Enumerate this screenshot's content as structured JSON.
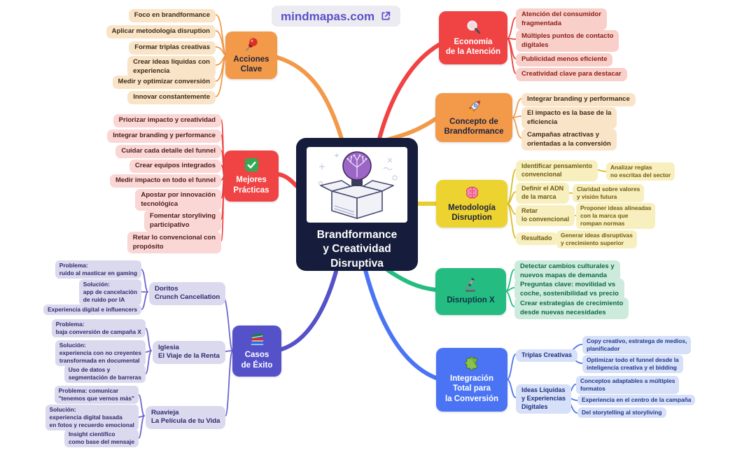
{
  "site": {
    "label": "mindmapas.com"
  },
  "center": {
    "title": "Brandformance\ny Creatividad\nDisruptiva"
  },
  "branches": {
    "acciones": {
      "label": "Acciones\nClave",
      "icon": "pushpin-icon",
      "color": "#F2994A",
      "items": [
        "Foco en brandformance",
        "Aplicar metodología disruption",
        "Formar triplas creativas",
        "Crear ideas líquidas con\nexperiencia",
        "Medir y optimizar conversión",
        "Innovar constantemente"
      ]
    },
    "mejores": {
      "label": "Mejores\nPrácticas",
      "icon": "check-icon",
      "color": "#F04343",
      "items": [
        "Priorizar impacto y creatividad",
        "Integrar branding y performance",
        "Cuidar cada detalle del funnel",
        "Crear equipos integrados",
        "Medir impacto en todo el funnel",
        "Apostar por innovación\ntecnológica",
        "Fomentar storyliving\nparticipativo",
        "Retar lo convencional con\npropósito"
      ]
    },
    "casos": {
      "label": "Casos\nde Éxito",
      "icon": "books-icon",
      "color": "#5551C9",
      "groups": [
        {
          "label": "Doritos\nCrunch Cancellation",
          "items": [
            "Problema:\nruido al masticar en gaming",
            "Solución:\napp de cancelación\nde ruido por IA",
            "Experiencia digital e influencers"
          ]
        },
        {
          "label": "Iglesia\nEl Viaje de la Renta",
          "items": [
            "Problema:\nbaja conversión de campaña X",
            "Solución:\nexperiencia con no creyentes\ntransformada en documental",
            "Uso de datos y\nsegmentación de barreras"
          ]
        },
        {
          "label": "Ruavieja\nLa Película de tu Vida",
          "items": [
            "Problema: comunicar\n\"tenemos que vernos más\"",
            "Solución:\nexperiencia digital basada\nen fotos y recuerdo emocional",
            "Insight científico\ncomo base del mensaje"
          ]
        }
      ]
    },
    "economia": {
      "label": "Economía\nde la Atención",
      "icon": "magnifier-icon",
      "color": "#F04343",
      "items": [
        "Atención del consumidor\nfragmentada",
        "Múltiples puntos de contacto\ndigitales",
        "Publicidad menos eficiente",
        "Creatividad clave para destacar"
      ]
    },
    "concepto": {
      "label": "Concepto de\nBrandformance",
      "icon": "rocket-icon",
      "color": "#F2994A",
      "items": [
        "Integrar branding y performance",
        "El impacto es la base de la\neficiencia",
        "Campañas atractivas y\norientadas a la conversión"
      ]
    },
    "metodologia": {
      "label": "Metodología\nDisruption",
      "icon": "brain-icon",
      "color": "#EDD32F",
      "steps": [
        {
          "label": "Identificar pensamiento\nconvencional",
          "detail": "Analizar reglas\nno escritas del sector"
        },
        {
          "label": "Definir el ADN\nde la marca",
          "detail": "Claridad sobre valores\ny visión futura"
        },
        {
          "label": "Retar\nlo convencional",
          "detail": "Proponer ideas alineadas\ncon la marca que\nrompan normas"
        },
        {
          "label": "Resultado",
          "detail": "Generar ideas disruptivas\ny crecimiento superior"
        }
      ]
    },
    "disruption": {
      "label": "Disruption X",
      "icon": "microscope-icon",
      "color": "#24BC81",
      "items": [
        "Detectar cambios culturales y\nnuevos mapas de demanda",
        "Preguntas clave: movilidad vs\ncoche, sostenibilidad vs precio",
        "Crear estrategias de crecimiento\ndesde nuevas necesidades"
      ]
    },
    "integracion": {
      "label": "Integración\nTotal para\nla Conversión",
      "icon": "puzzle-icon",
      "color": "#4A74F4",
      "groups": [
        {
          "label": "Triplas Creativas",
          "items": [
            "Copy creativo, estratega de medios,\nplanificador",
            "Optimizar todo el funnel desde la\ninteligencia creativa y el bidding"
          ]
        },
        {
          "label": "Ideas Líquidas\ny Experiencias\nDigitales",
          "items": [
            "Conceptos adaptables a múltiples\nformatos",
            "Experiencia en el centro de la campaña",
            "Del storytelling al storyliving"
          ]
        }
      ]
    }
  }
}
